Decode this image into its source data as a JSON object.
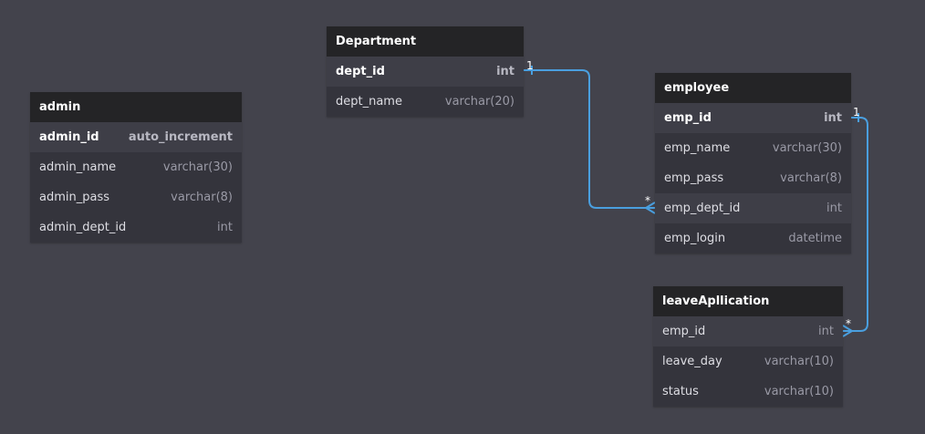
{
  "tables": {
    "admin": {
      "name": "admin",
      "rows": [
        {
          "name": "admin_id",
          "type": "auto_increment"
        },
        {
          "name": "admin_name",
          "type": "varchar(30)"
        },
        {
          "name": "admin_pass",
          "type": "varchar(8)"
        },
        {
          "name": "admin_dept_id",
          "type": "int"
        }
      ]
    },
    "department": {
      "name": "Department",
      "rows": [
        {
          "name": "dept_id",
          "type": "int"
        },
        {
          "name": "dept_name",
          "type": "varchar(20)"
        }
      ]
    },
    "employee": {
      "name": "employee",
      "rows": [
        {
          "name": "emp_id",
          "type": "int"
        },
        {
          "name": "emp_name",
          "type": "varchar(30)"
        },
        {
          "name": "emp_pass",
          "type": "varchar(8)"
        },
        {
          "name": "emp_dept_id",
          "type": "int"
        },
        {
          "name": "emp_login",
          "type": "datetime"
        }
      ]
    },
    "leave": {
      "name": "leaveApllication",
      "rows": [
        {
          "name": "emp_id",
          "type": "int"
        },
        {
          "name": "leave_day",
          "type": "varchar(10)"
        },
        {
          "name": "status",
          "type": "varchar(10)"
        }
      ]
    }
  },
  "relations": [
    {
      "from": "Department.dept_id",
      "to": "employee.emp_dept_id",
      "from_card": "1",
      "to_card": "*"
    },
    {
      "from": "employee.emp_id",
      "to": "leaveApllication.emp_id",
      "from_card": "1",
      "to_card": "*"
    }
  ],
  "colors": {
    "background": "#43434c",
    "header": "#242426",
    "body": "#34343c",
    "relation_line": "#4a9fdf"
  }
}
